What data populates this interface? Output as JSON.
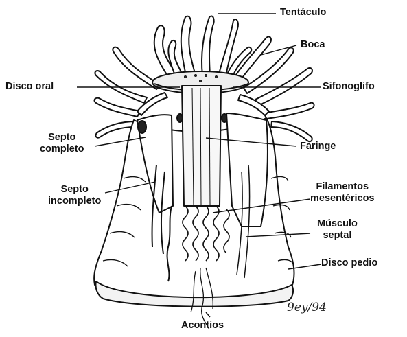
{
  "labels": {
    "tentaculo": "Tentáculo",
    "boca": "Boca",
    "disco_oral": "Disco oral",
    "sifonoglifo": "Sifonoglifo",
    "septo_completo": [
      "Septo",
      "completo"
    ],
    "faringe": "Faringe",
    "septo_incompleto": [
      "Septo",
      "incompleto"
    ],
    "filamentos": [
      "Filamentos",
      "mesentéricos"
    ],
    "musculo": [
      "Músculo",
      "septal"
    ],
    "disco_pedio": "Disco pedio",
    "acontios": "Acontios"
  },
  "signature": "9ey/94",
  "colors": {
    "ink": "#111111",
    "body": "#ffffff"
  }
}
